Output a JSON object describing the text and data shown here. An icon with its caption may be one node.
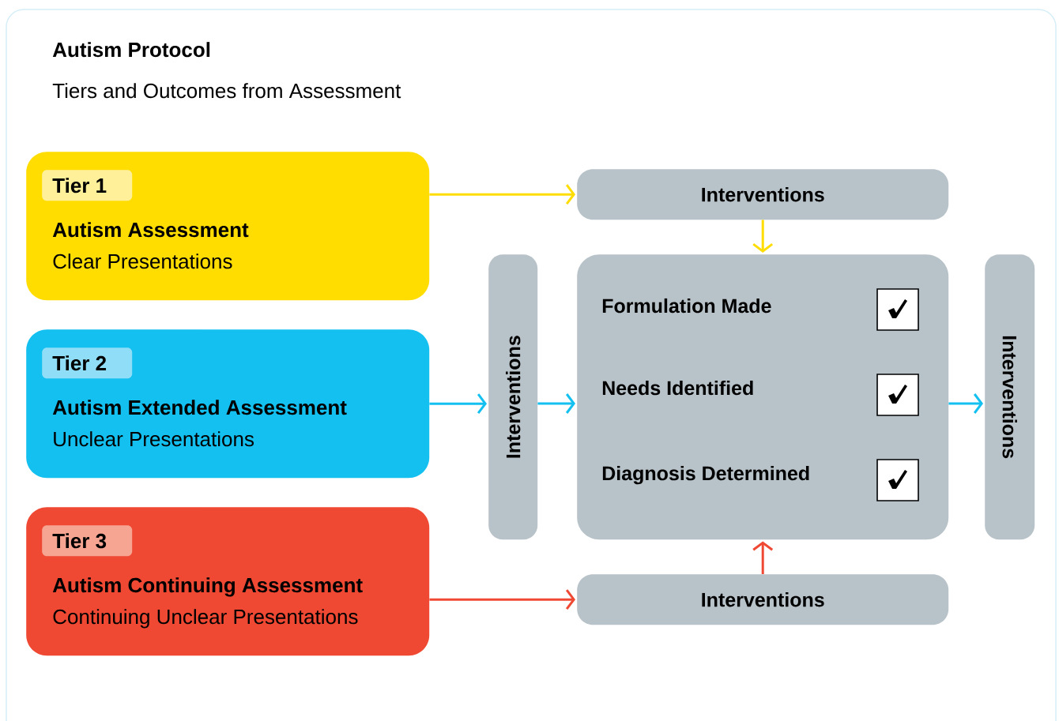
{
  "diagram": {
    "title": "Autism Protocol",
    "nodes": [
      {
        "text": [
          "Autism Assessment",
          "Clear Presentations"
        ]
      },
      {
        "text": [
          "Tier 1"
        ],
        "in": 0
      },
      {
        "text": [
          "Autism Extended Assessment",
          "Unclear Presentations"
        ]
      },
      {
        "text": [
          "Tier 2"
        ],
        "in": 2
      },
      {
        "text": [
          "Autism Continuing Assessment",
          "Continuing Unclear Presentations"
        ]
      },
      {
        "text": [
          "Tier 3"
        ],
        "in": 4
      },
      {
        "text": [
          "Interventions"
        ]
      },
      {
        "text": [
          "Interventions"
        ]
      },
      {
        "text": [
          "Formulation Made",
          "Needs Identified",
          "Diagnosis Determined"
        ]
      },
      {
        "text": [
          "Interventions"
        ]
      },
      {
        "text": [
          "Interventions"
        ]
      }
    ],
    "edges": [
      {
        "from": 0,
        "to": 6,
        "arrow": "to",
        "color": "#ffdd00"
      },
      {
        "from": 6,
        "to": 8,
        "arrow": "to",
        "color": "#ffdd00"
      },
      {
        "from": 2,
        "to": 7,
        "arrow": "to",
        "color": "#13c0f0"
      },
      {
        "from": 7,
        "to": 8,
        "arrow": "to",
        "color": "#13c0f0"
      },
      {
        "from": 8,
        "to": 9,
        "arrow": "to",
        "color": "#13c0f0"
      },
      {
        "from": 4,
        "to": 10,
        "arrow": "to",
        "color": "#ef4833"
      },
      {
        "from": 10,
        "to": 8,
        "arrow": "to",
        "color": "#ef4833"
      }
    ],
    "labels": [
      "Tiers and Outcomes from Assessment"
    ]
  }
}
